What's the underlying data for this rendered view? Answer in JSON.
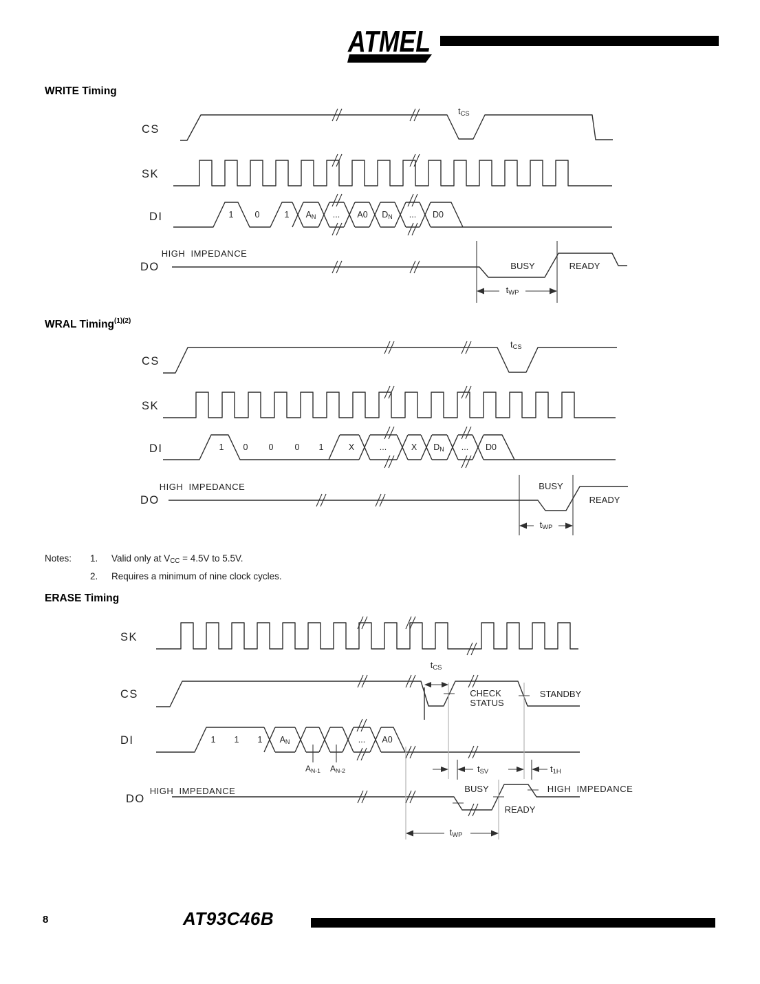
{
  "brand": "ATMEL",
  "titles": {
    "write": "WRITE Timing",
    "wral": "WRAL Timing",
    "wral_sup": "(1)(2)",
    "erase": "ERASE Timing"
  },
  "signals": {
    "cs": "CS",
    "sk": "SK",
    "di": "DI",
    "do": "DO"
  },
  "annotations": {
    "t": "t",
    "cs_sub": "CS",
    "wp_sub": "WP",
    "sv_sub": "SV",
    "h1_sub": "1H",
    "busy": "BUSY",
    "ready": "READY",
    "high_impedance": "HIGH  IMPEDANCE",
    "check": "CHECK",
    "status": "STATUS",
    "standby": "STANDBY"
  },
  "write": {
    "di_bits": [
      {
        "b": "1",
        "s": ""
      },
      {
        "b": "0",
        "s": ""
      },
      {
        "b": "1",
        "s": ""
      },
      {
        "b": "A",
        "s": "N"
      },
      {
        "b": "...",
        "s": ""
      },
      {
        "b": "A0",
        "s": ""
      },
      {
        "b": "D",
        "s": "N"
      },
      {
        "b": "...",
        "s": ""
      },
      {
        "b": "D0",
        "s": ""
      }
    ]
  },
  "wral": {
    "di_bits": [
      {
        "b": "1",
        "s": ""
      },
      {
        "b": "0",
        "s": ""
      },
      {
        "b": "0",
        "s": ""
      },
      {
        "b": "0",
        "s": ""
      },
      {
        "b": "1",
        "s": ""
      },
      {
        "b": "X",
        "s": ""
      },
      {
        "b": "...",
        "s": ""
      },
      {
        "b": "X",
        "s": ""
      },
      {
        "b": "D",
        "s": "N"
      },
      {
        "b": "...",
        "s": ""
      },
      {
        "b": "D0",
        "s": ""
      }
    ]
  },
  "erase": {
    "di_bits": [
      {
        "b": "1",
        "s": ""
      },
      {
        "b": "1",
        "s": ""
      },
      {
        "b": "1",
        "s": ""
      },
      {
        "b": "A",
        "s": "N"
      },
      {
        "b": "...",
        "s": ""
      },
      {
        "b": "A0",
        "s": ""
      }
    ],
    "an1": {
      "b": "A",
      "s": "N-1"
    },
    "an2": {
      "b": "A",
      "s": "N-2"
    }
  },
  "notes": {
    "label": "Notes:",
    "n1_num": "1.",
    "n1_pre": "Valid only at V",
    "n1_sub": "CC",
    "n1_post": " = 4.5V to 5.5V.",
    "n2_num": "2.",
    "n2_text": "Requires a minimum of nine clock cycles."
  },
  "footer": {
    "page": "8",
    "part": "AT93C46B"
  }
}
